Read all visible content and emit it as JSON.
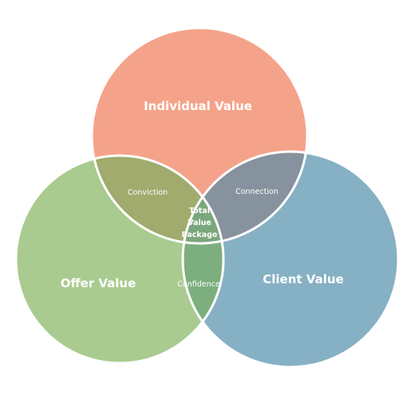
{
  "sets": {
    "individual": {
      "label": "Individual Value",
      "color": "#f4a38a"
    },
    "offer": {
      "label": "Offer Value",
      "color": "#a9cb8f"
    },
    "client": {
      "label": "Client Value",
      "color": "#86b0c4"
    }
  },
  "overlaps": {
    "individual_offer": {
      "label": "Conviction",
      "color": "#a0ab6d"
    },
    "individual_client": {
      "label": "Connection",
      "color": "#86929d"
    },
    "offer_client": {
      "label": "Confidence",
      "color": "#7caf7d"
    },
    "all": {
      "lines": [
        "Total",
        "Value",
        "Package"
      ],
      "color": "#7ba77c"
    }
  },
  "colors": {
    "outline": "#ffffff"
  }
}
